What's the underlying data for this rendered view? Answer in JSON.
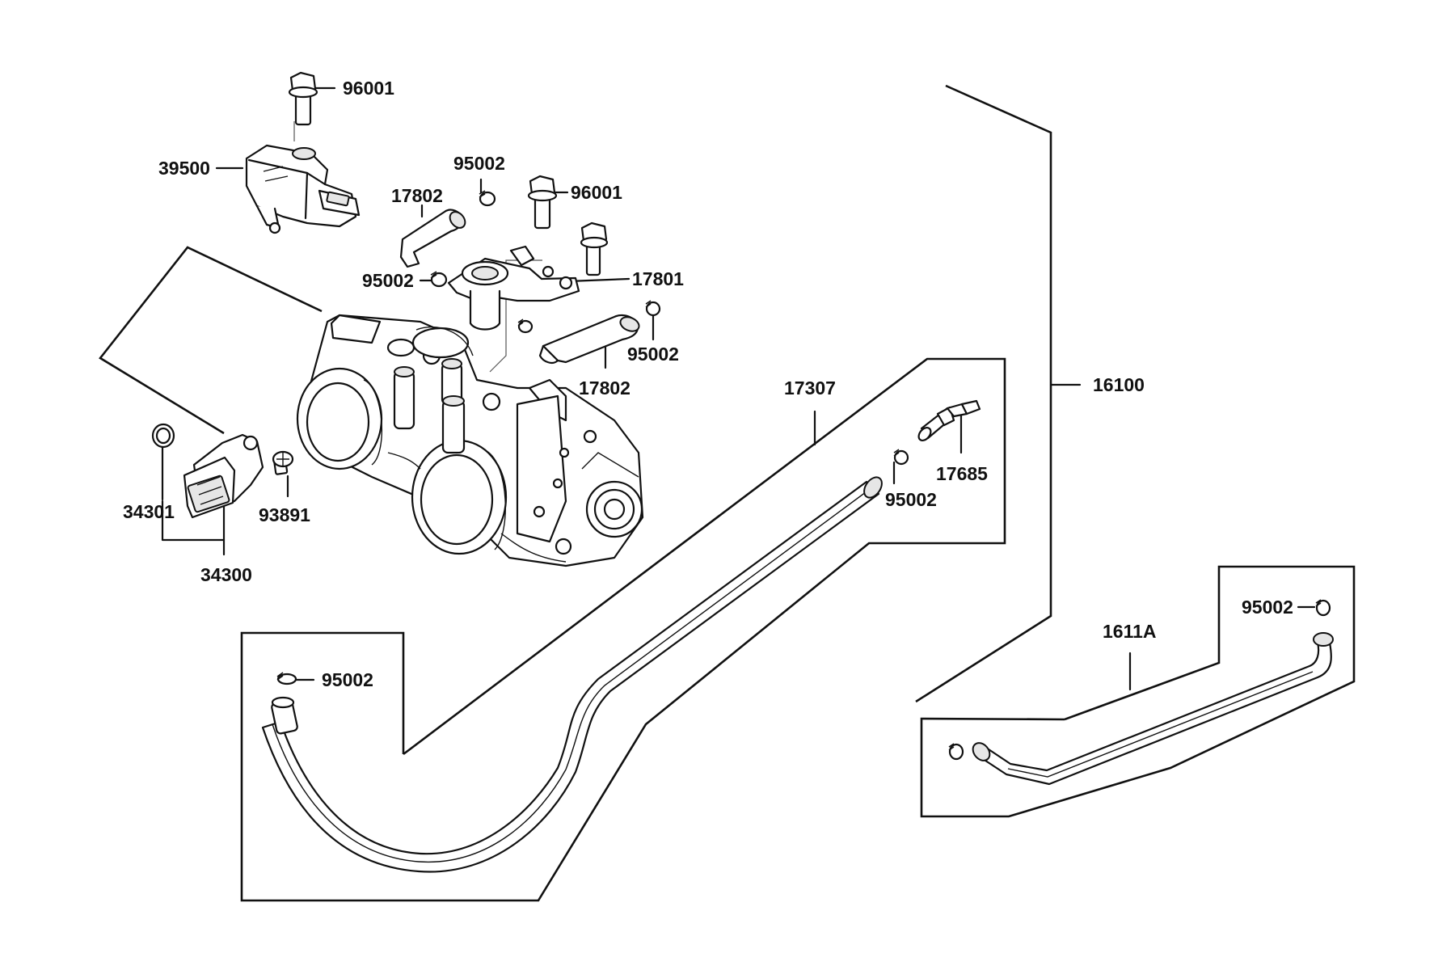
{
  "parts": {
    "p96001_top": "96001",
    "p39500": "39500",
    "p95002_a": "95002",
    "p17802_a": "17802",
    "p96001_mid": "96001",
    "p95002_b": "95002",
    "p17801": "17801",
    "p95002_c": "95002",
    "p17802_b": "17802",
    "p17307": "17307",
    "p16100": "16100",
    "p17685": "17685",
    "p95002_d": "95002",
    "p34301": "34301",
    "p93891": "93891",
    "p34300": "34300",
    "p95002_e": "95002",
    "p1611A": "1611A",
    "p95002_f": "95002"
  },
  "icons": {
    "bolt": "hex-flange-bolt-icon",
    "clamp": "hose-clamp-icon",
    "sensor": "map-sensor-icon",
    "throttle": "throttle-body-icon"
  }
}
